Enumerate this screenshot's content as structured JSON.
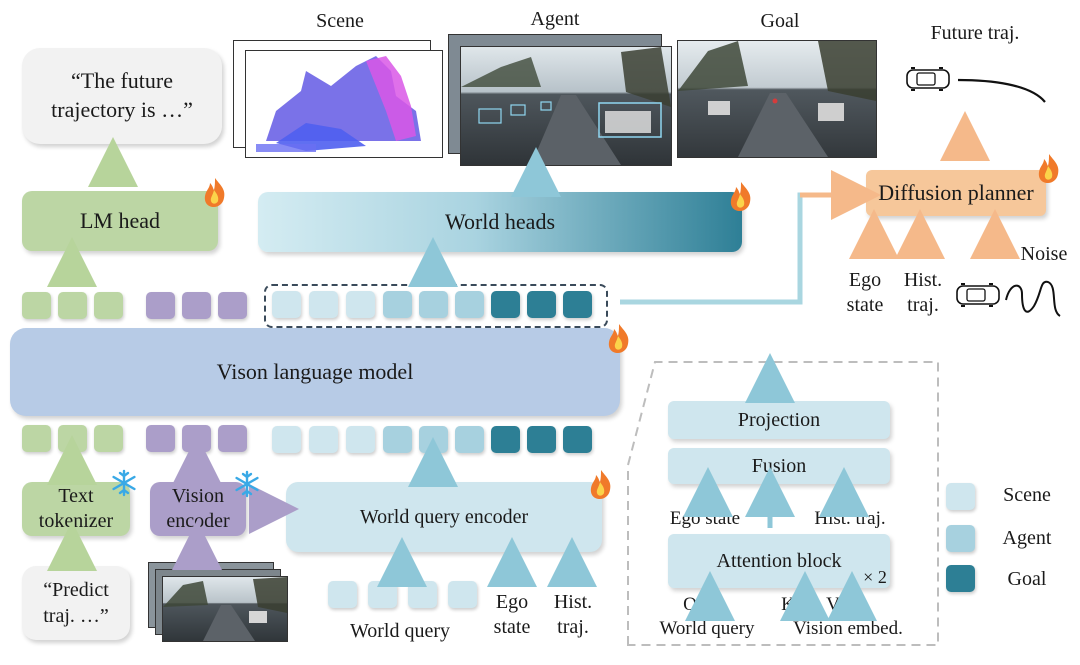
{
  "top_labels": {
    "scene": "Scene",
    "agent": "Agent",
    "goal": "Goal",
    "future_traj": "Future traj."
  },
  "text_output": "“The future trajectory is …”",
  "lm_head": "LM head",
  "world_heads": "World heads",
  "diffusion_planner": "Diffusion planner",
  "planner_inputs": {
    "ego_state": "Ego state",
    "hist_traj": "Hist. traj.",
    "noise": "Noise"
  },
  "vlm": "Vison language model",
  "text_tokenizer": "Text tokenizer",
  "vision_encoder": "Vision encoder",
  "world_query_encoder": "World query encoder",
  "prompt": "“Predict traj. …”",
  "bottom_inputs": {
    "world_query": "World query",
    "ego_state": "Ego state",
    "hist_traj": "Hist. traj."
  },
  "detail": {
    "projection": "Projection",
    "fusion": "Fusion",
    "ego_state": "Ego state",
    "hist_traj": "Hist. traj.",
    "attention_block": "Attention block",
    "repeat": "× 2",
    "q": "Q",
    "k": "K",
    "v": "V",
    "world_query": "World query",
    "vision_embed": "Vision embed."
  },
  "legend": [
    {
      "label": "Scene",
      "color": "#cfe6ee"
    },
    {
      "label": "Agent",
      "color": "#a7d1df"
    },
    {
      "label": "Goal",
      "color": "#2d7f95"
    }
  ],
  "colors": {
    "green": "#bcd6a4",
    "purple": "#ab9ec9",
    "vlm": "#b7cbe6",
    "planner": "#f6c79a",
    "arrow_blue": "#8ec7d8",
    "arrow_orange": "#f5b98a",
    "arrow_green": "#b7d49b"
  },
  "icons": {
    "trainable": "fire-icon",
    "frozen": "snowflake-icon",
    "car": "car-icon"
  }
}
